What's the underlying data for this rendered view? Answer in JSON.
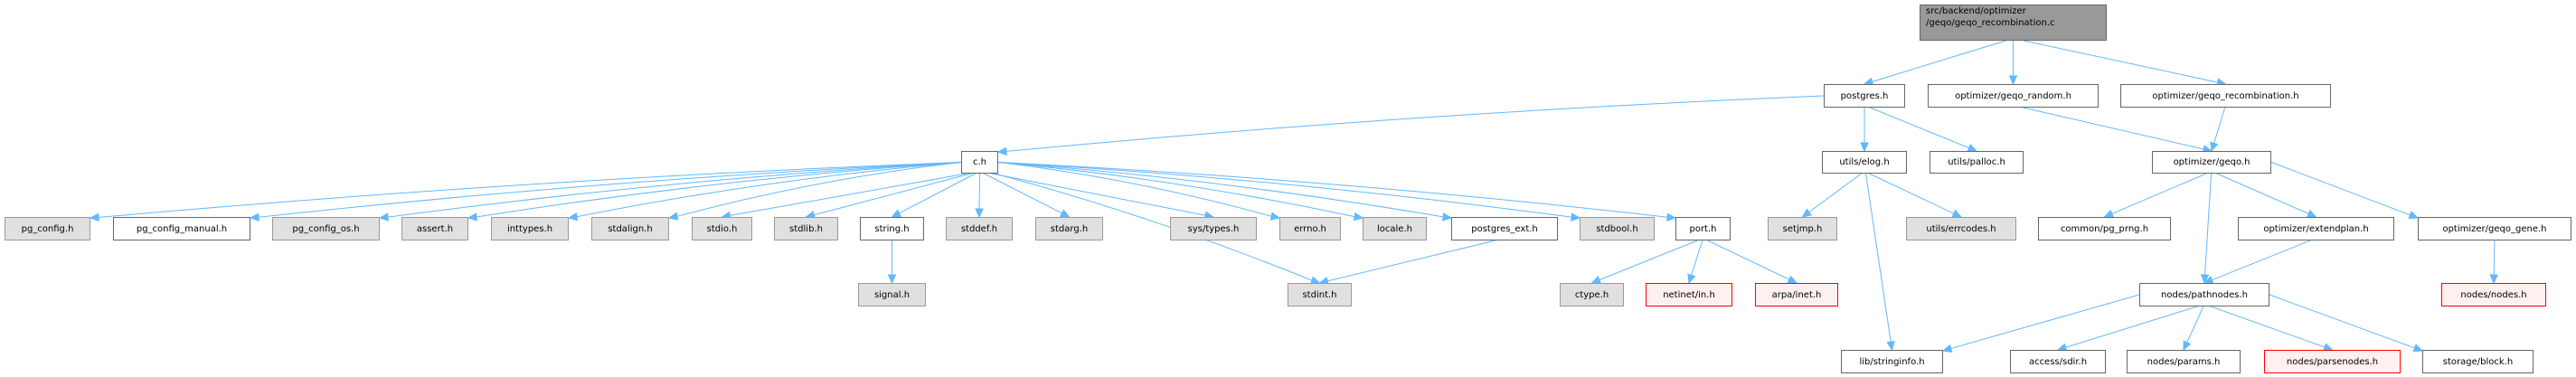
{
  "graph": {
    "edge_color": "#63b8ff",
    "colors": {
      "root_fill": "#999999",
      "local_fill": "#ffffff",
      "system_fill": "#e0e0e0",
      "missing_fill": "#fff0f0",
      "missing_border": "#ff0000"
    },
    "root": {
      "id": "root",
      "line1": "src/backend/optimizer",
      "line2": "/geqo/geqo_recombination.c"
    },
    "nodes": [
      {
        "id": "postgres",
        "label": "postgres.h",
        "kind": "white"
      },
      {
        "id": "geqo_random",
        "label": "optimizer/geqo_random.h",
        "kind": "white"
      },
      {
        "id": "geqo_recomb",
        "label": "optimizer/geqo_recombination.h",
        "kind": "white"
      },
      {
        "id": "c",
        "label": "c.h",
        "kind": "white"
      },
      {
        "id": "elog",
        "label": "utils/elog.h",
        "kind": "white"
      },
      {
        "id": "palloc",
        "label": "utils/palloc.h",
        "kind": "white"
      },
      {
        "id": "geqo",
        "label": "optimizer/geqo.h",
        "kind": "white"
      },
      {
        "id": "pg_config",
        "label": "pg_config.h",
        "kind": "gray"
      },
      {
        "id": "pg_config_manual",
        "label": "pg_config_manual.h",
        "kind": "white"
      },
      {
        "id": "pg_config_os",
        "label": "pg_config_os.h",
        "kind": "gray"
      },
      {
        "id": "assert",
        "label": "assert.h",
        "kind": "gray"
      },
      {
        "id": "inttypes",
        "label": "inttypes.h",
        "kind": "gray"
      },
      {
        "id": "stdalign",
        "label": "stdalign.h",
        "kind": "gray"
      },
      {
        "id": "stdio",
        "label": "stdio.h",
        "kind": "gray"
      },
      {
        "id": "stdlib",
        "label": "stdlib.h",
        "kind": "gray"
      },
      {
        "id": "string",
        "label": "string.h",
        "kind": "white"
      },
      {
        "id": "stddef",
        "label": "stddef.h",
        "kind": "gray"
      },
      {
        "id": "stdarg",
        "label": "stdarg.h",
        "kind": "gray"
      },
      {
        "id": "systypes",
        "label": "sys/types.h",
        "kind": "gray"
      },
      {
        "id": "errno",
        "label": "errno.h",
        "kind": "gray"
      },
      {
        "id": "locale",
        "label": "locale.h",
        "kind": "gray"
      },
      {
        "id": "postgres_ext",
        "label": "postgres_ext.h",
        "kind": "white"
      },
      {
        "id": "stdbool",
        "label": "stdbool.h",
        "kind": "gray"
      },
      {
        "id": "port",
        "label": "port.h",
        "kind": "white"
      },
      {
        "id": "setjmp",
        "label": "setjmp.h",
        "kind": "gray"
      },
      {
        "id": "errcodes",
        "label": "utils/errcodes.h",
        "kind": "gray"
      },
      {
        "id": "pg_prng",
        "label": "common/pg_prng.h",
        "kind": "white"
      },
      {
        "id": "extendplan",
        "label": "optimizer/extendplan.h",
        "kind": "white"
      },
      {
        "id": "geqo_gene",
        "label": "optimizer/geqo_gene.h",
        "kind": "white"
      },
      {
        "id": "signal",
        "label": "signal.h",
        "kind": "gray"
      },
      {
        "id": "stdint",
        "label": "stdint.h",
        "kind": "gray"
      },
      {
        "id": "ctype",
        "label": "ctype.h",
        "kind": "gray"
      },
      {
        "id": "netinet",
        "label": "netinet/in.h",
        "kind": "red"
      },
      {
        "id": "arpainet",
        "label": "arpa/inet.h",
        "kind": "red"
      },
      {
        "id": "pathnodes",
        "label": "nodes/pathnodes.h",
        "kind": "white"
      },
      {
        "id": "nodes",
        "label": "nodes/nodes.h",
        "kind": "red"
      },
      {
        "id": "stringinfo",
        "label": "lib/stringinfo.h",
        "kind": "white"
      },
      {
        "id": "sdir",
        "label": "access/sdir.h",
        "kind": "white"
      },
      {
        "id": "params",
        "label": "nodes/params.h",
        "kind": "white"
      },
      {
        "id": "parsenodes",
        "label": "nodes/parsenodes.h",
        "kind": "red"
      },
      {
        "id": "block",
        "label": "storage/block.h",
        "kind": "white"
      }
    ],
    "edges": [
      [
        "root",
        "postgres"
      ],
      [
        "root",
        "geqo_random"
      ],
      [
        "root",
        "geqo_recomb"
      ],
      [
        "postgres",
        "c"
      ],
      [
        "postgres",
        "elog"
      ],
      [
        "postgres",
        "palloc"
      ],
      [
        "geqo_random",
        "geqo"
      ],
      [
        "geqo_recomb",
        "geqo"
      ],
      [
        "c",
        "pg_config"
      ],
      [
        "c",
        "pg_config_manual"
      ],
      [
        "c",
        "pg_config_os"
      ],
      [
        "c",
        "assert"
      ],
      [
        "c",
        "inttypes"
      ],
      [
        "c",
        "stdalign"
      ],
      [
        "c",
        "stdio"
      ],
      [
        "c",
        "stdlib"
      ],
      [
        "c",
        "string"
      ],
      [
        "c",
        "stddef"
      ],
      [
        "c",
        "stdarg"
      ],
      [
        "c",
        "stdint"
      ],
      [
        "c",
        "systypes"
      ],
      [
        "c",
        "errno"
      ],
      [
        "c",
        "locale"
      ],
      [
        "c",
        "postgres_ext"
      ],
      [
        "c",
        "stdbool"
      ],
      [
        "c",
        "port"
      ],
      [
        "string",
        "signal"
      ],
      [
        "postgres_ext",
        "stdint"
      ],
      [
        "port",
        "ctype"
      ],
      [
        "port",
        "netinet"
      ],
      [
        "port",
        "arpainet"
      ],
      [
        "elog",
        "setjmp"
      ],
      [
        "elog",
        "errcodes"
      ],
      [
        "elog",
        "stringinfo"
      ],
      [
        "geqo",
        "pg_prng"
      ],
      [
        "geqo",
        "pathnodes"
      ],
      [
        "geqo",
        "extendplan"
      ],
      [
        "geqo",
        "geqo_gene"
      ],
      [
        "extendplan",
        "pathnodes"
      ],
      [
        "geqo_gene",
        "nodes"
      ],
      [
        "pathnodes",
        "stringinfo"
      ],
      [
        "pathnodes",
        "sdir"
      ],
      [
        "pathnodes",
        "params"
      ],
      [
        "pathnodes",
        "parsenodes"
      ],
      [
        "pathnodes",
        "block"
      ]
    ]
  }
}
